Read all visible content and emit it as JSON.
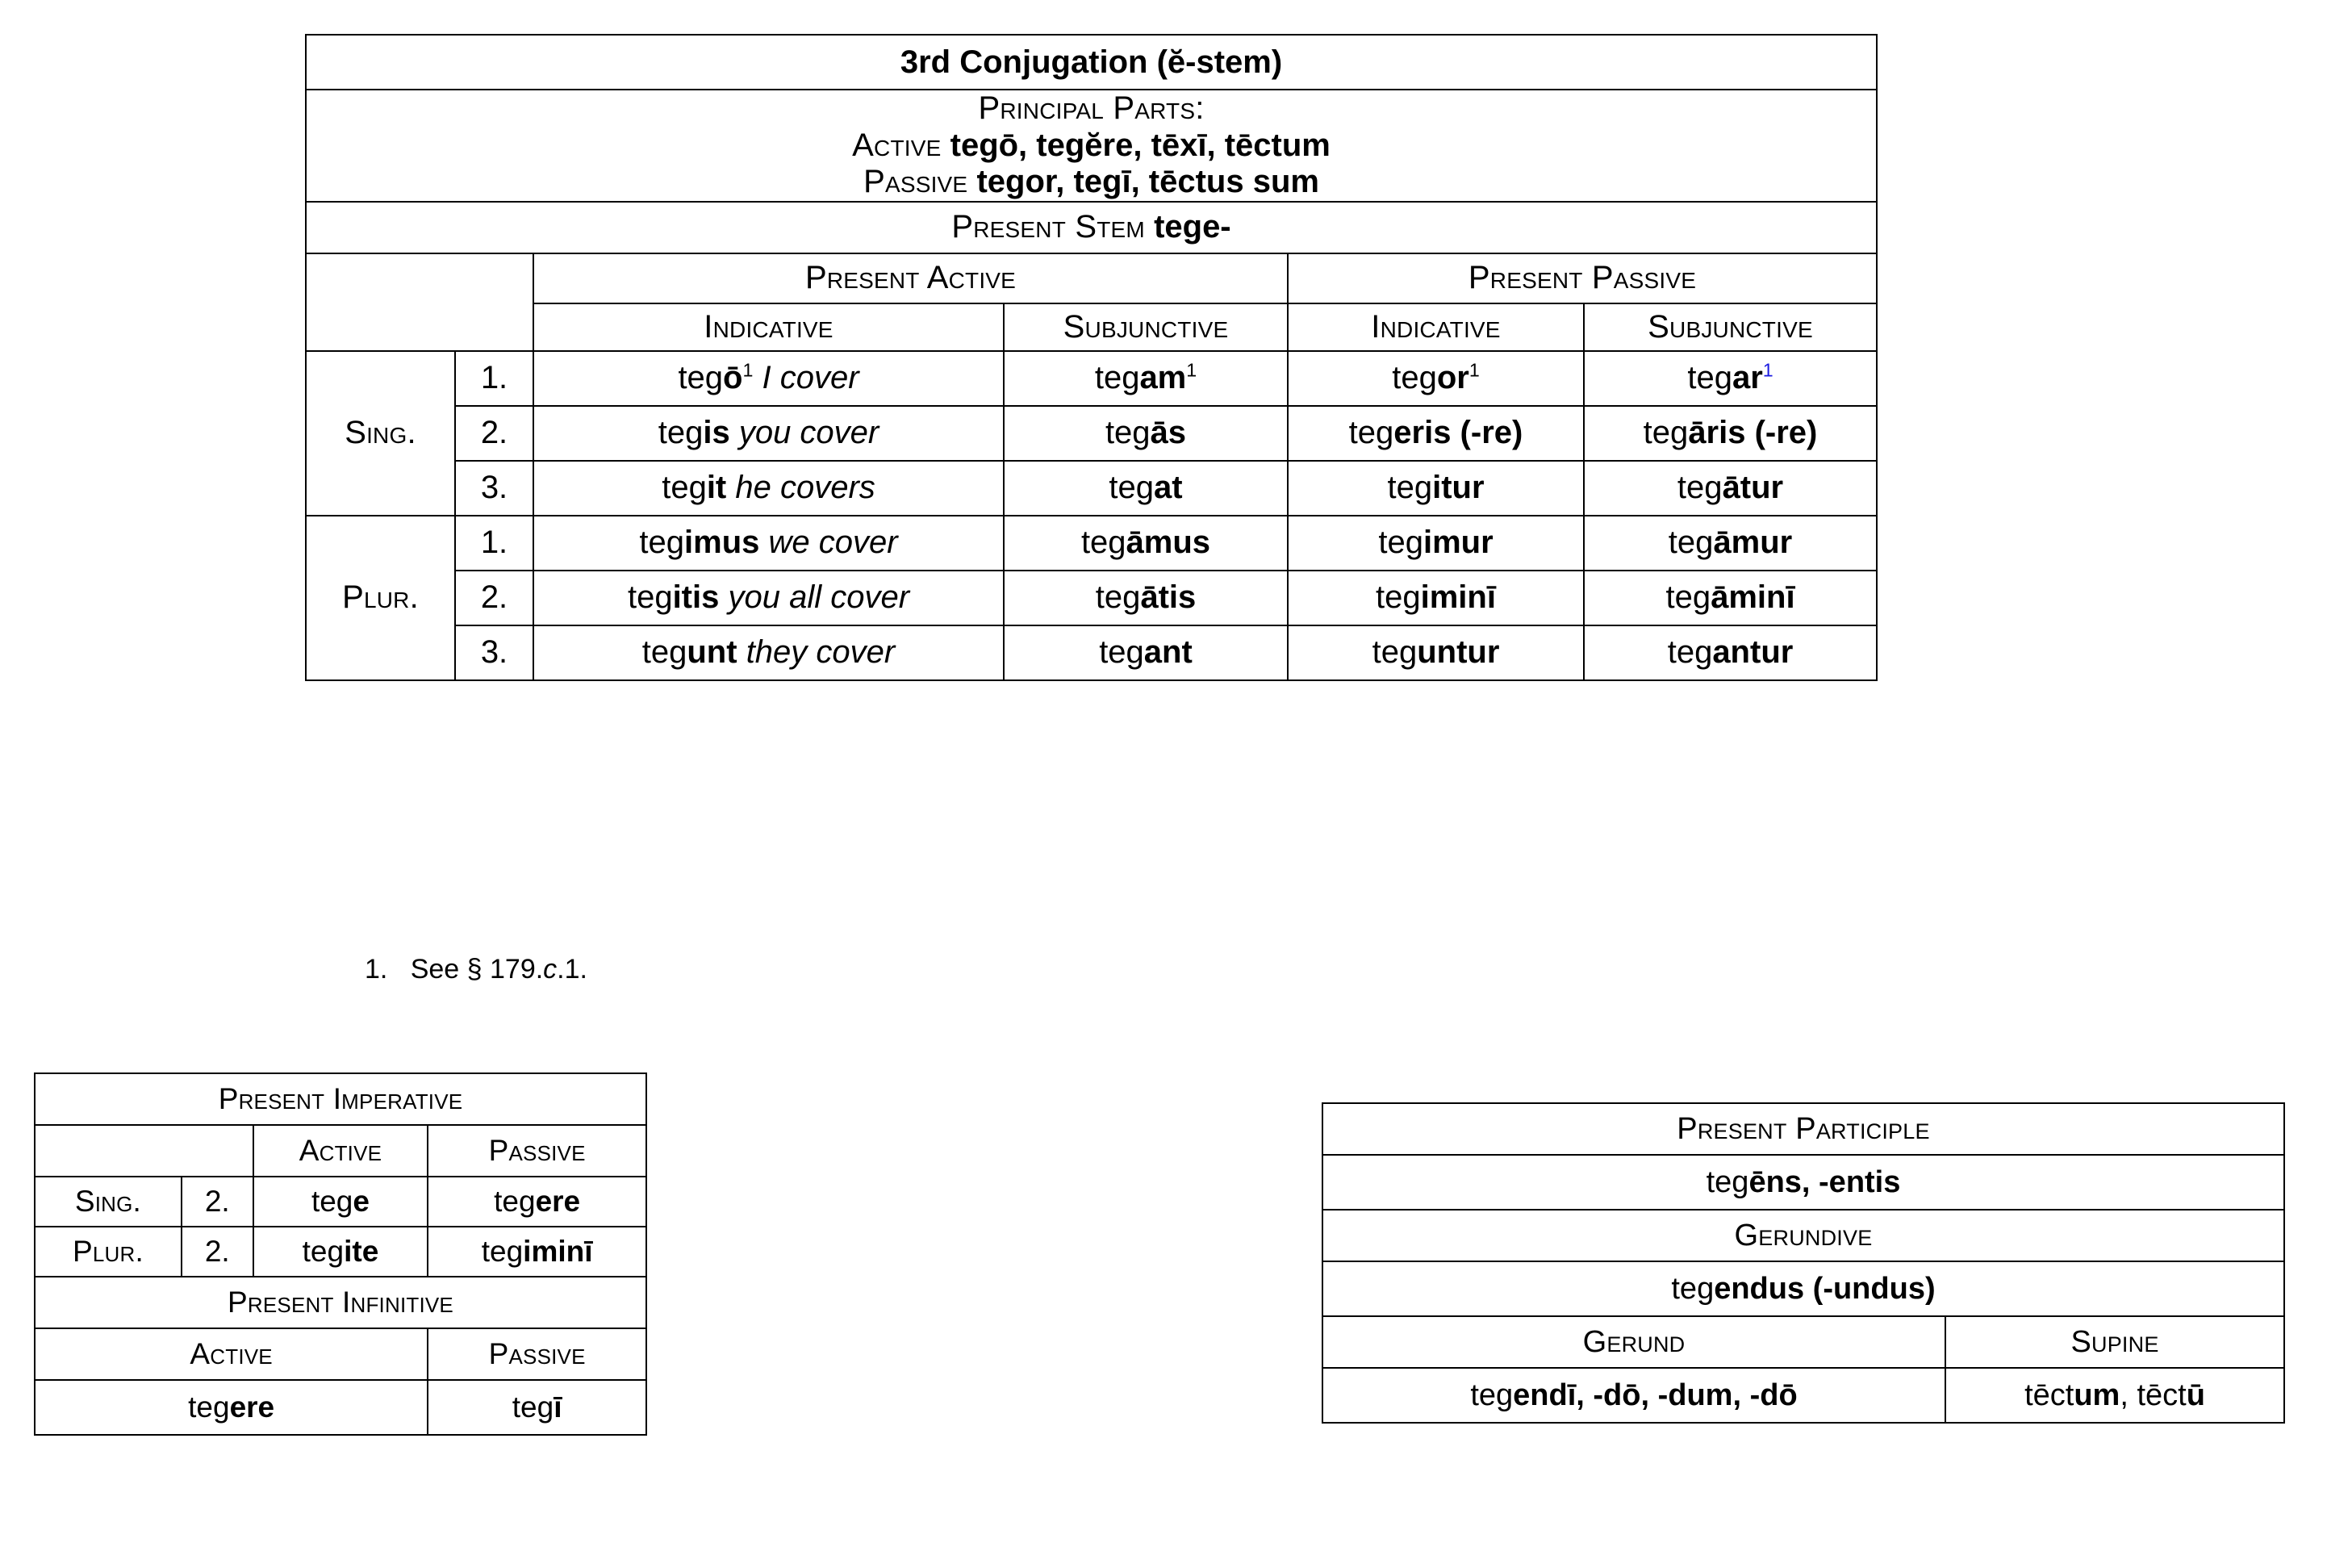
{
  "main_table": {
    "title": "3rd Conjugation (ĕ-stem)",
    "principal_parts": {
      "label": "Principal Parts:",
      "active_label": "Active",
      "active_forms": "tegō, tegĕre, tēxī, tēctum",
      "passive_label": "Passive",
      "passive_forms": "tegor, tegī, tēctus sum"
    },
    "present_stem": {
      "label": "Present Stem",
      "value": "tege-"
    },
    "voice_headers": [
      "Present Active",
      "Present Passive"
    ],
    "mood_headers": [
      "Indicative",
      "Subjunctive",
      "Indicative",
      "Subjunctive"
    ],
    "number_labels": {
      "singular": "Sing.",
      "plural": "Plur."
    },
    "person_labels": [
      "1.",
      "2.",
      "3."
    ],
    "rows": [
      {
        "number": "sing",
        "person": "1.",
        "active_indicative": {
          "stem": "teg",
          "ending": "ō",
          "sup": "1",
          "gloss": "I cover"
        },
        "active_subjunctive": {
          "stem": "teg",
          "ending": "am",
          "sup": "1"
        },
        "passive_indicative": {
          "stem": "teg",
          "ending": "or",
          "sup": "1"
        },
        "passive_subjunctive": {
          "stem": "teg",
          "ending": "ar",
          "sup": "1",
          "sup_blue": true
        }
      },
      {
        "number": "sing",
        "person": "2.",
        "active_indicative": {
          "stem": "teg",
          "ending": "is",
          "gloss": "you cover"
        },
        "active_subjunctive": {
          "stem": "teg",
          "ending": "ās"
        },
        "passive_indicative": {
          "stem": "teg",
          "ending": "eris (-re)"
        },
        "passive_subjunctive": {
          "stem": "teg",
          "ending": "āris (-re)"
        }
      },
      {
        "number": "sing",
        "person": "3.",
        "active_indicative": {
          "stem": "teg",
          "ending": "it",
          "gloss": "he covers"
        },
        "active_subjunctive": {
          "stem": "teg",
          "ending": "at"
        },
        "passive_indicative": {
          "stem": "teg",
          "ending": "itur"
        },
        "passive_subjunctive": {
          "stem": "teg",
          "ending": "ātur"
        }
      },
      {
        "number": "plur",
        "person": "1.",
        "active_indicative": {
          "stem": "teg",
          "ending": "imus",
          "gloss": "we cover"
        },
        "active_subjunctive": {
          "stem": "teg",
          "ending": "āmus"
        },
        "passive_indicative": {
          "stem": "teg",
          "ending": "imur"
        },
        "passive_subjunctive": {
          "stem": "teg",
          "ending": "āmur"
        }
      },
      {
        "number": "plur",
        "person": "2.",
        "active_indicative": {
          "stem": "teg",
          "ending": "itis",
          "gloss": "you all cover"
        },
        "active_subjunctive": {
          "stem": "teg",
          "ending": "ātis"
        },
        "passive_indicative": {
          "stem": "teg",
          "ending": "iminī"
        },
        "passive_subjunctive": {
          "stem": "teg",
          "ending": "āminī"
        }
      },
      {
        "number": "plur",
        "person": "3.",
        "active_indicative": {
          "stem": "teg",
          "ending": "unt",
          "gloss": "they cover"
        },
        "active_subjunctive": {
          "stem": "teg",
          "ending": "ant"
        },
        "passive_indicative": {
          "stem": "teg",
          "ending": "untur"
        },
        "passive_subjunctive": {
          "stem": "teg",
          "ending": "antur"
        }
      }
    ]
  },
  "footnote": {
    "marker": "1.",
    "text": "See § 179.c.1.",
    "italic_part": "c"
  },
  "imperative_table": {
    "title": "Present Imperative",
    "col_headers": [
      "Active",
      "Passive"
    ],
    "rows": [
      {
        "number": "Sing.",
        "person": "2.",
        "active": {
          "stem": "teg",
          "ending": "e"
        },
        "passive": {
          "stem": "teg",
          "ending": "ere"
        }
      },
      {
        "number": "Plur.",
        "person": "2.",
        "active": {
          "stem": "teg",
          "ending": "ite"
        },
        "passive": {
          "stem": "teg",
          "ending": "iminī"
        }
      }
    ],
    "infinitive_title": "Present Infinitive",
    "infinitive_col_headers": [
      "Active",
      "Passive"
    ],
    "infinitive_values": {
      "active": {
        "stem": "teg",
        "ending": "ere"
      },
      "passive": {
        "stem": "teg",
        "ending": "ī"
      }
    }
  },
  "participle_table": {
    "participle_title": "Present Participle",
    "participle_value": {
      "stem": "teg",
      "ending": "ēns, -entis"
    },
    "gerundive_title": "Gerundive",
    "gerundive_value": {
      "stem": "teg",
      "ending": "endus (-undus)"
    },
    "gerund_title": "Gerund",
    "supine_title": "Supine",
    "gerund_value": {
      "stem": "teg",
      "ending": "endī, -dō, -dum, -dō"
    },
    "supine_value": {
      "stem": "tēct",
      "ending": "um",
      "rest": ", tēctū"
    }
  },
  "colors": {
    "header_gray": "#d9d9d9",
    "subheader_gray": "#f0f0f0",
    "active_indicative": "#fbf8a0",
    "active_subjunctive": "#9ecbf5",
    "passive_indicative": "#fbfbd0",
    "passive_subjunctive": "#d3ecfa",
    "imperative_active": "#c9f5dd",
    "imperative_passive": "#effcf6",
    "footnote_link_blue": "#1a1ae0",
    "border": "#000000"
  }
}
